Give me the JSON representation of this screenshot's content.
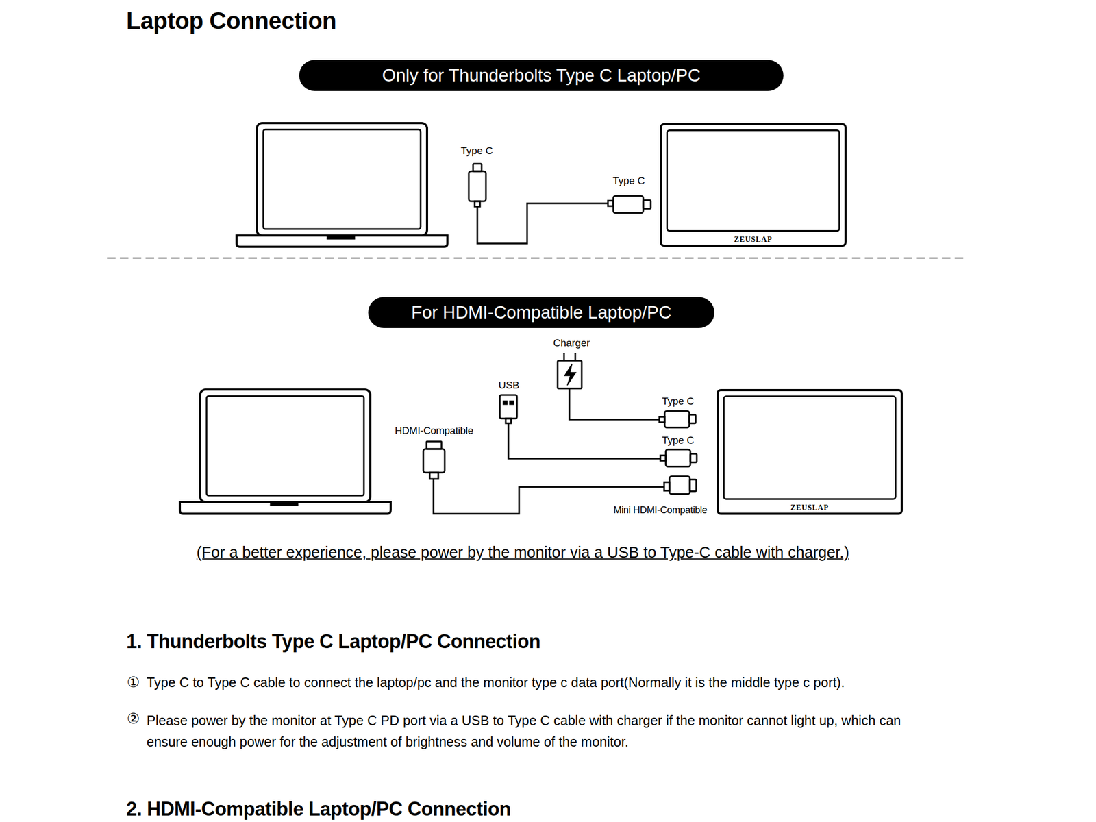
{
  "diagram": {
    "title": "Laptop Connection",
    "nodes": [
      {
        "text": [
          "Only for Thunderbolts Type C Laptop/PC"
        ]
      },
      {
        "text": [
          "ZEUSLAP"
        ]
      },
      {
        "text": [
          "For HDMI-Compatible Laptop/PC"
        ]
      },
      {
        "text": [
          "ZEUSLAP"
        ]
      }
    ],
    "labels": [
      "Type C",
      "Type C",
      "Charger",
      "USB",
      "HDMI-Compatible",
      "Type C",
      "Type C",
      "Mini HDMI-Compatible",
      "(For a better experience, please power by the monitor via a USB to Type-C cable with charger.)",
      "1. Thunderbolts Type C Laptop/PC Connection",
      "①",
      "Type C to Type C cable to connect the laptop/pc and the monitor type c data port(Normally it is the middle type c port).",
      "②",
      "Please power by the monitor at Type C PD port via a USB to Type C cable with charger if the monitor cannot light up, which can ensure enough power for the adjustment of brightness and volume of the monitor.",
      "2. HDMI-Compatible Laptop/PC Connection"
    ]
  }
}
